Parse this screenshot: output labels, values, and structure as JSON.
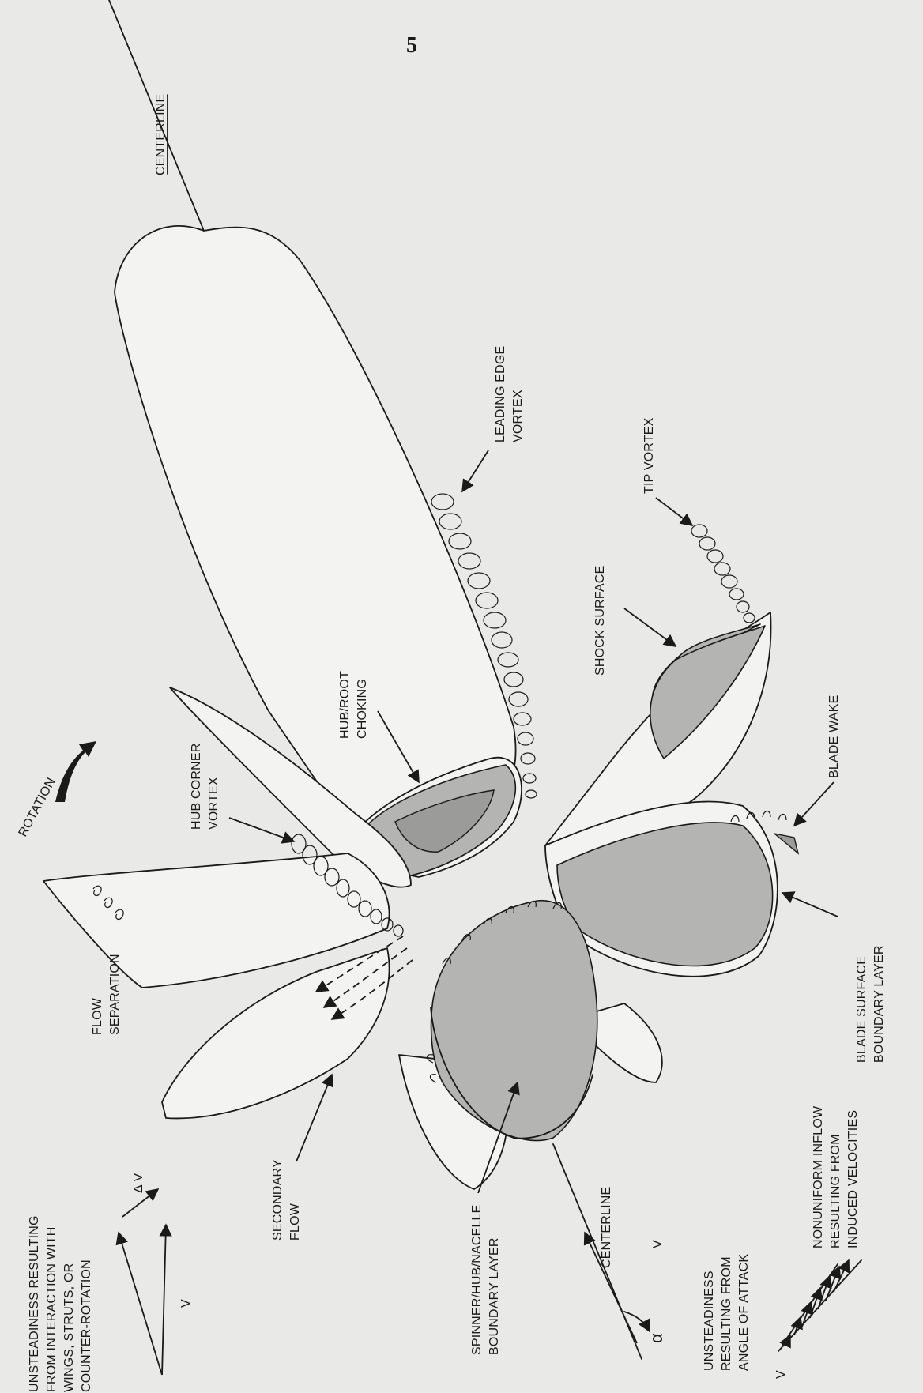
{
  "page": {
    "number": "5"
  },
  "labels": {
    "centerline_top": "CENTERLINE",
    "centerline_bottom": "CENTERLINE",
    "rotation": "ROTATION",
    "leading_edge_vortex": [
      "LEADING EDGE",
      "VORTEX"
    ],
    "tip_vortex": "TIP VORTEX",
    "shock_surface": "SHOCK SURFACE",
    "hub_root_choking": [
      "HUB/ROOT",
      "CHOKING"
    ],
    "hub_corner_vortex": [
      "HUB CORNER",
      "VORTEX"
    ],
    "blade_wake": "BLADE WAKE",
    "blade_surface_boundary_layer": [
      "BLADE SURFACE",
      "BOUNDARY LAYER"
    ],
    "flow_separation": [
      "FLOW",
      "SEPARATION"
    ],
    "secondary_flow": [
      "SECONDARY",
      "FLOW"
    ],
    "spinner_boundary_layer": [
      "SPINNER/HUB/NACELLE",
      "BOUNDARY LAYER"
    ],
    "unsteadiness_interaction": [
      "UNSTEADINESS RESULTING",
      "FROM INTERACTION WITH",
      "WINGS, STRUTS, OR",
      "COUNTER-ROTATION"
    ],
    "unsteadiness_angle": [
      "UNSTEADINESS",
      "RESULTING FROM",
      "ANGLE OF ATTACK"
    ],
    "nonuniform_inflow": [
      "NONUNIFORM INFLOW",
      "RESULTING FROM",
      "INDUCED VELOCITIES"
    ],
    "v_interaction": "V",
    "delta_v": "Δ V",
    "v_angle": "V",
    "alpha": "α",
    "v_inflow": "V"
  },
  "colors": {
    "paper": "#e9e9e7",
    "ink": "#1a1a1a",
    "shading": "#b4b4b2"
  }
}
